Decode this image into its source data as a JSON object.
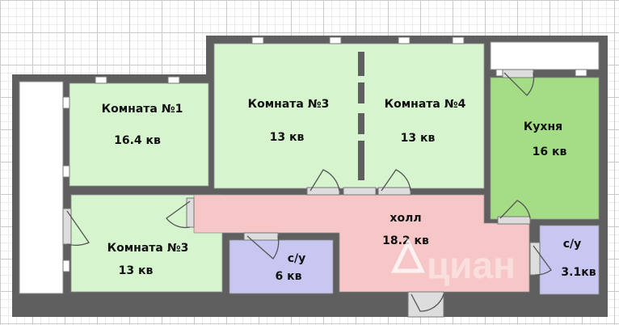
{
  "colors": {
    "wall": "#5f5f5f",
    "living": "#d6f5cf",
    "kitchen": "#a4dd86",
    "hall": "#f7c7c7",
    "bath": "#c7c7f1",
    "balcony": "#ffffff",
    "door": "#dddddd"
  },
  "rooms": [
    {
      "id": "room-1",
      "name": "Комната №1",
      "area": "16.4 кв",
      "fill": "living"
    },
    {
      "id": "room-3-top",
      "name": "Комната №3",
      "area": "13 кв",
      "fill": "living"
    },
    {
      "id": "room-4",
      "name": "Комната №4",
      "area": "13 кв",
      "fill": "living"
    },
    {
      "id": "kitchen",
      "name": "Кухня",
      "area": "16 кв",
      "fill": "kitchen"
    },
    {
      "id": "room-3-bottom",
      "name": "Комната №3",
      "area": "13 кв",
      "fill": "living"
    },
    {
      "id": "hall",
      "name": "холл",
      "area": "18.2 кв",
      "fill": "hall"
    },
    {
      "id": "bathroom-1",
      "name": "с/у",
      "area": "6 кв",
      "fill": "bath"
    },
    {
      "id": "bathroom-2",
      "name": "с/у",
      "area": "3.1кв",
      "fill": "bath"
    }
  ],
  "watermark": {
    "brand": "циан"
  }
}
